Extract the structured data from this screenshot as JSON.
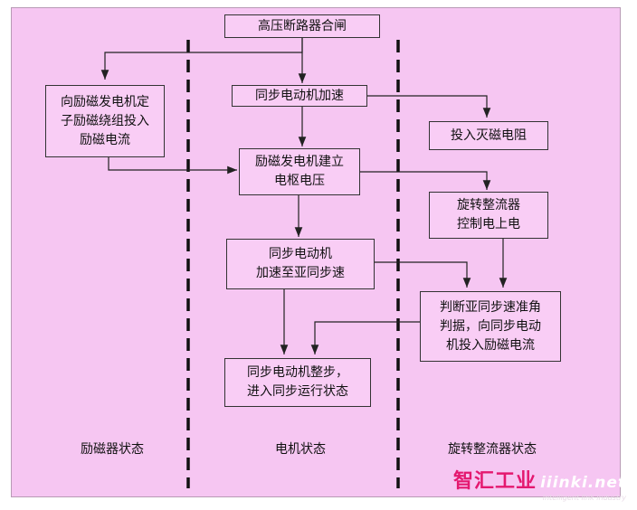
{
  "nodes": {
    "hv_close": "高压断路器合闸",
    "stator_winding": "向励磁发电机定\n子励磁绕组投入\n励磁电流",
    "sync_accel": "同步电动机加速",
    "damping_resistor": "投入灭磁电阻",
    "armature_voltage": "励磁发电机建立\n电枢电压",
    "rectifier_power": "旋转整流器\n控制电上电",
    "subsync_speed": "同步电动机\n加速至亚同步速",
    "angle_judge": "判断亚同步速准角\n判据，向同步电动\n机投入励磁电流",
    "pull_in_sync": "同步电动机整步，\n进入同步运行状态"
  },
  "lanes": {
    "exciter": "励磁器状态",
    "motor": "电机状态",
    "rectifier": "旋转整流器状态"
  },
  "watermark": {
    "brand": "智汇工业",
    "url": "iiinki.net",
    "tagline": "intelligent link industry"
  }
}
